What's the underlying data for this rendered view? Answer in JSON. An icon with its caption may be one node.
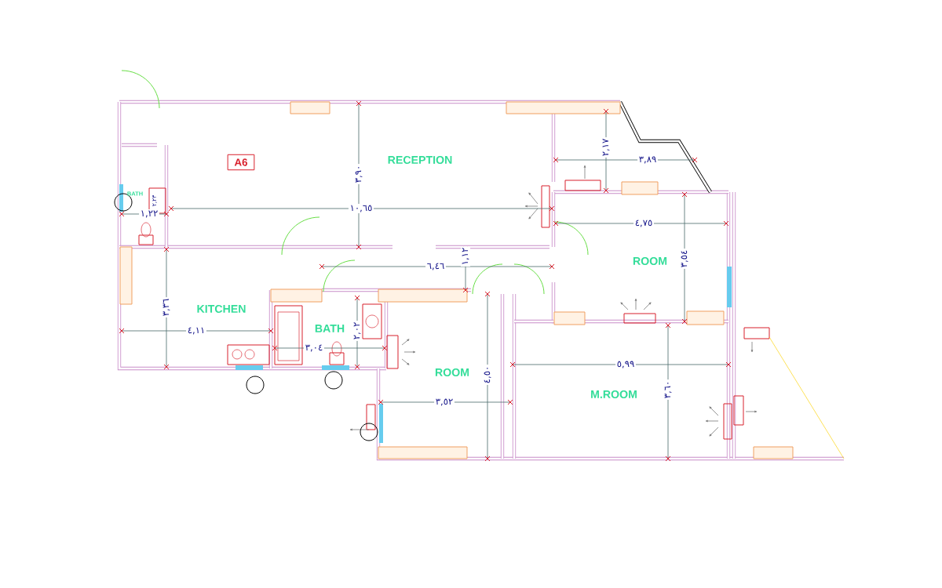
{
  "diagram": {
    "nodes": [
      {
        "text": [
          "A6"
        ]
      }
    ],
    "labels": [
      "BATH",
      "RECEPTION",
      "٢,١٧",
      "٣,٨٩",
      "٣,٩٠",
      "٢,٢٣",
      "١,٢٢",
      "١٠,٦٥",
      "٤,٧٥",
      "ROOM",
      "٣,٥٤",
      "٦,٤٦",
      "١,١٢",
      "KITCHEN",
      "BATH",
      "٣,٣٦",
      "٤,١١",
      "٢,٠٢",
      "٣,٠٤",
      "ROOM",
      "٤,٥٠",
      "٥,٩٩",
      "M.ROOM",
      "٣,٦٠",
      "٣,٥٢"
    ]
  }
}
